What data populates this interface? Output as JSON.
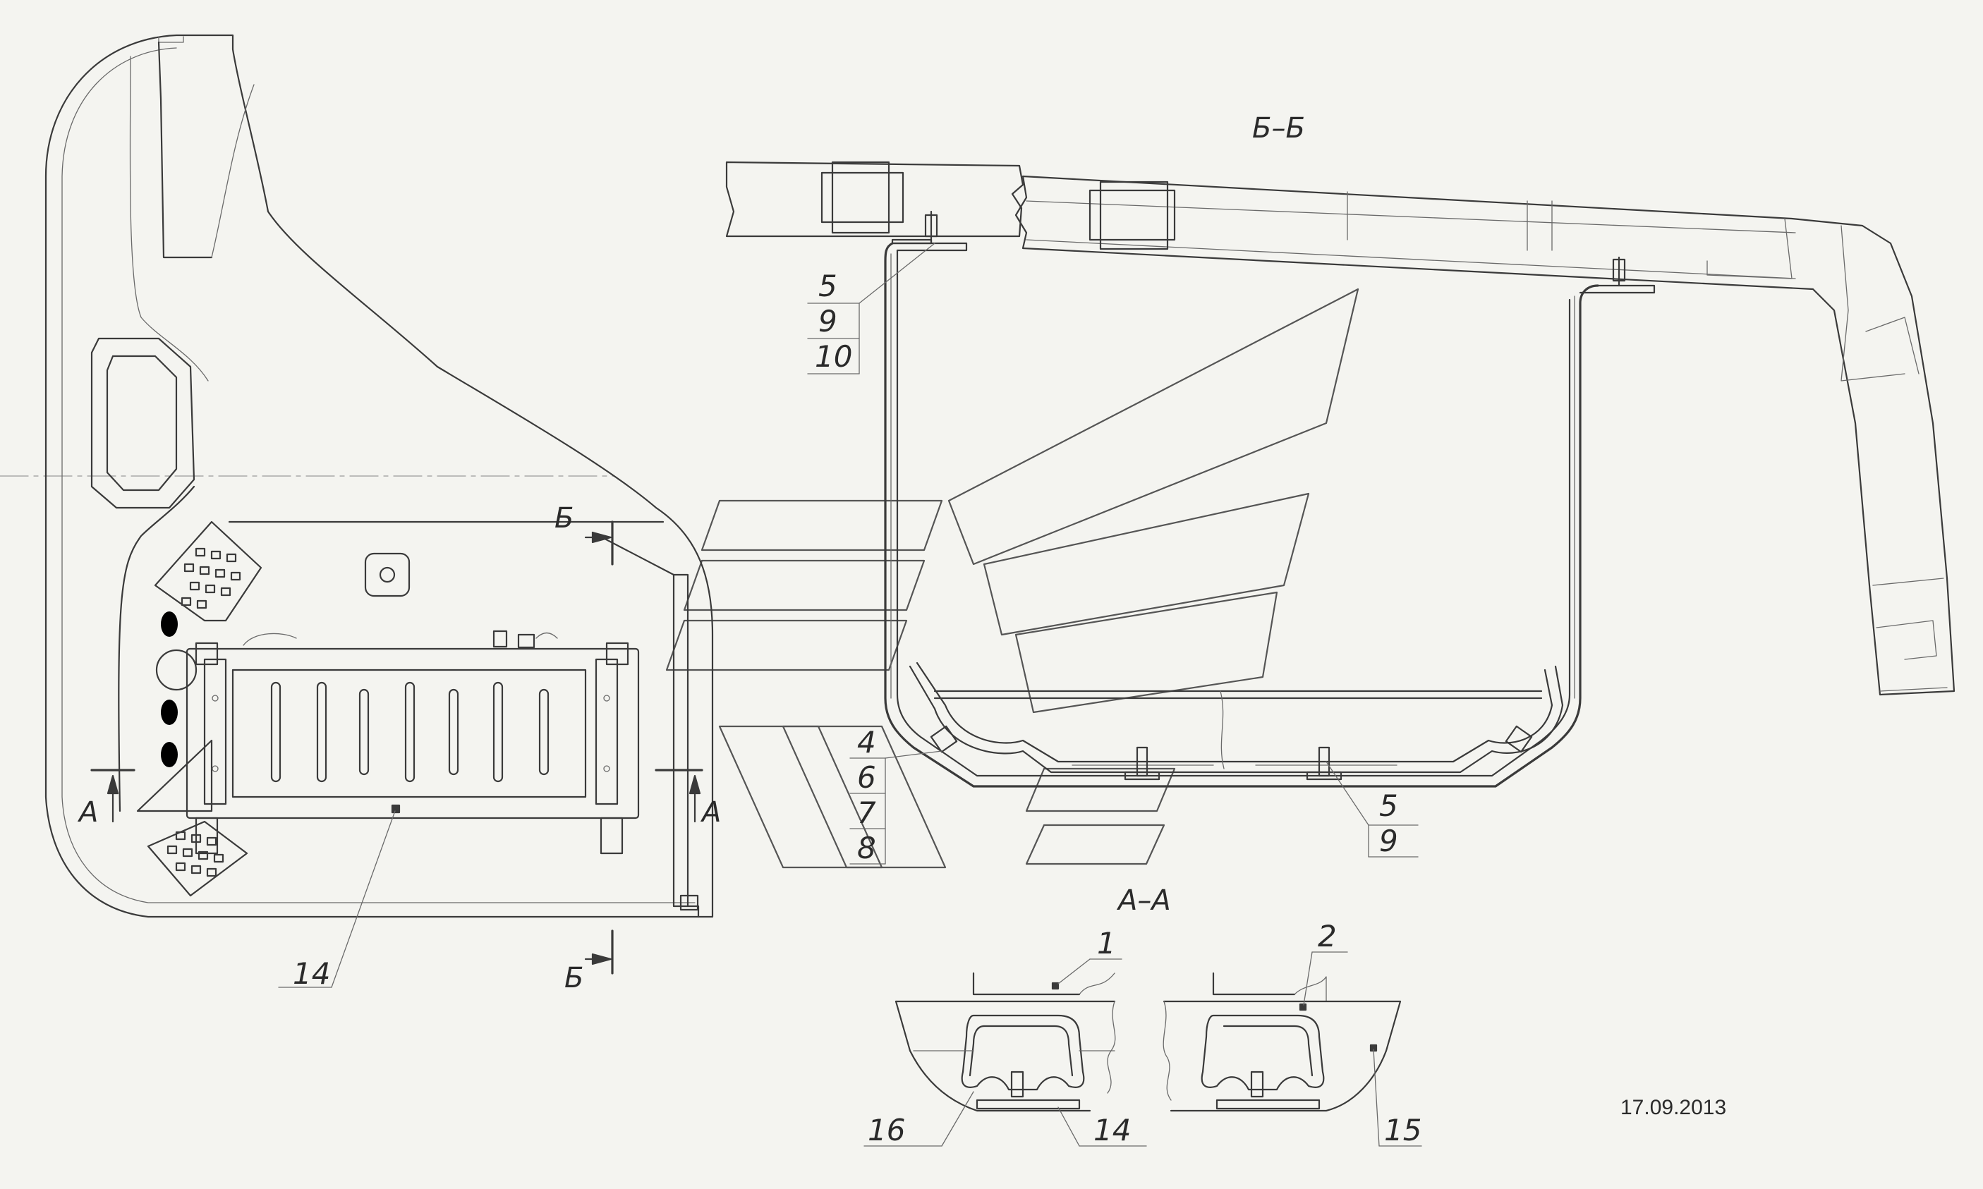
{
  "sections": {
    "bb": "Б–Б",
    "aa": "А–А"
  },
  "cut_markers": {
    "a_left": "А",
    "a_right": "А",
    "b_top": "Б",
    "b_bottom": "Б"
  },
  "callouts": {
    "bb_top_left": [
      "5",
      "9",
      "10"
    ],
    "bb_bottom_left": [
      "4",
      "6",
      "7",
      "8"
    ],
    "bb_bottom_right": [
      "5",
      "9"
    ],
    "plan_battery": "14",
    "aa_1": "1",
    "aa_2": "2",
    "aa_14": "14",
    "aa_15": "15",
    "aa_16": "16"
  },
  "date": "17.09.2013"
}
